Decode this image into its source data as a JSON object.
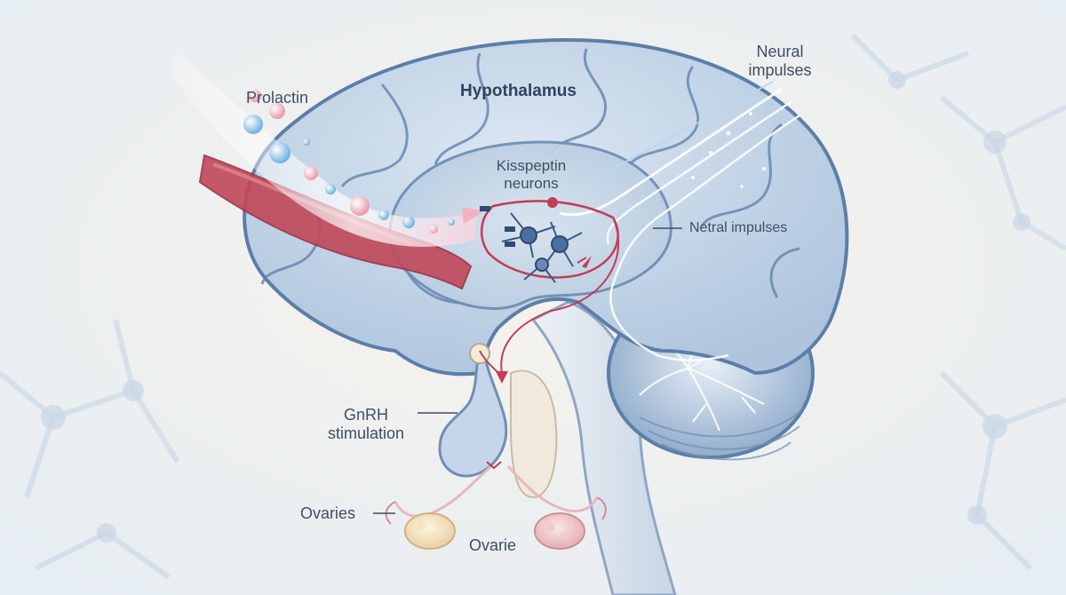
{
  "labels": {
    "prolactin": "Prolactin",
    "hypothalamus": "Hypothalamus",
    "kisspeptin_line1": "Kisspeptin",
    "kisspeptin_line2": "neurons",
    "neural_top_line1": "Neural",
    "neural_top_line2": "impulses",
    "neural_right": "Netral impulses",
    "gnrh_line1": "GnRH",
    "gnrh_line2": "stimulation",
    "ovaries": "Ovaries",
    "ovarie": "Ovarie"
  },
  "colors": {
    "background": "#eef1f4",
    "brain_fill": "#c9d9ea",
    "brain_outline": "#5c7ea8",
    "artery": "#c0485a",
    "pathway": "#c23d55",
    "text": "#3f4e63"
  }
}
